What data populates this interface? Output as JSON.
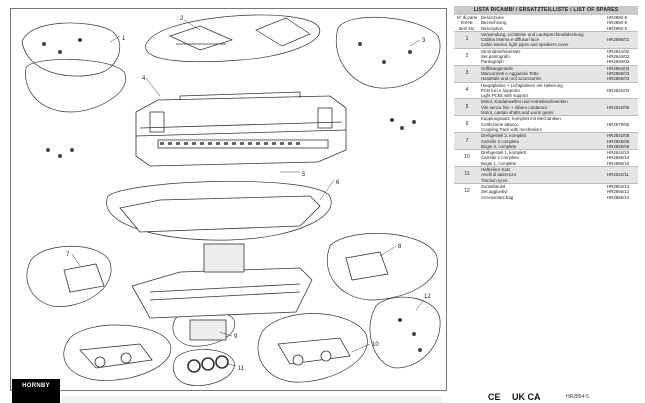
{
  "spares": {
    "title": "LISTA RICAMBI / ERSATZTEILLISTE / LIST OF SPARES",
    "header": {
      "num": [
        "N° di parte",
        "Teil-Nr.",
        "Item No."
      ],
      "desc": [
        "Descrizione",
        "Bezeichnung",
        "Description"
      ],
      "codes": [
        "HR2850-5",
        "HR2850-5",
        "HR2850-5"
      ]
    },
    "items": [
      {
        "num": "1",
        "desc": [
          "Verwendung, Lichtleiter und Lautsprecherabdeckung",
          "Cabina interna e diffusori luce",
          "Cabin interior, light pipes and speakers cover"
        ],
        "codes": [
          "",
          "HR2585/01",
          ""
        ],
        "shade": true
      },
      {
        "num": "2",
        "desc": [
          "Stromabnehmersatz",
          "Set pantografo",
          "Pantograph"
        ],
        "codes": [
          "HR2644/02",
          "HR2644/02",
          "HR2650/02"
        ],
        "shade": false
      },
      {
        "num": "3",
        "desc": [
          "Griffstangenteile",
          "Mancorrenti e Aggiuntivi Tetto",
          "Handrails and roof accessories"
        ],
        "codes": [
          "HR2854/03",
          "HR2855/03",
          "HR2856/03"
        ],
        "shade": true
      },
      {
        "num": "4",
        "desc": [
          "Hauptplatine + Lichtplatinen mit Halterung",
          "PCB luci e supporto",
          "Light PCBs with support"
        ],
        "codes": [
          "",
          "HR2542/04",
          ""
        ],
        "shade": false
      },
      {
        "num": "5",
        "desc": [
          "Motor, Kardanwellen und Antriebsschnecken",
          "Vite senza fine + Albero cardanico",
          "Motor, cardan shafts and worm gears"
        ],
        "codes": [
          "",
          "HR2542/05",
          ""
        ],
        "shade": true
      },
      {
        "num": "6",
        "desc": [
          "Kupplungssatz, komplett mit Mechaniken",
          "Confezione attacco",
          "Coupling Pack with mechanism"
        ],
        "codes": [
          "",
          "HR2579/06",
          ""
        ],
        "shade": false
      },
      {
        "num": "7",
        "desc": [
          "Drehgestell 2, komplett",
          "Carrello 2 completo",
          "Bogie 2, complete"
        ],
        "codes": [
          "HR2542/08",
          "HR2855/08",
          "HR2856/08"
        ],
        "shade": true
      },
      {
        "num": "10",
        "desc": [
          "Drehgestell 1, komplett",
          "Carrello 1 completo",
          "Bogie 1, complete"
        ],
        "codes": [
          "HR2542/10",
          "HR2855/10",
          "HR2856/10"
        ],
        "shade": false
      },
      {
        "num": "11",
        "desc": [
          "Haftreifen-Satz",
          "Anelli di aderenza",
          "Traction tyres"
        ],
        "codes": [
          "",
          "HR2542/11",
          ""
        ],
        "shade": true
      },
      {
        "num": "12",
        "desc": [
          "Zurüstbeutel",
          "Set aggiuntivi",
          "Accessories bag"
        ],
        "codes": [
          "HR2854/12",
          "HR2855/12",
          "HR2856/12"
        ],
        "shade": false
      }
    ]
  },
  "drawing": {
    "callouts": [
      "1",
      "2",
      "3",
      "4",
      "5",
      "6",
      "7",
      "8",
      "9",
      "10",
      "11",
      "12"
    ]
  },
  "footer": {
    "brand": "HORNBY",
    "mark_ce": "CE",
    "mark_ukca": "UK CA",
    "code": "HR2854-5"
  },
  "colors": {
    "line": "#333333",
    "bubble": "#ffffff",
    "table_shade": "#e4e4e4",
    "title_bar": "#c9c9c9"
  }
}
